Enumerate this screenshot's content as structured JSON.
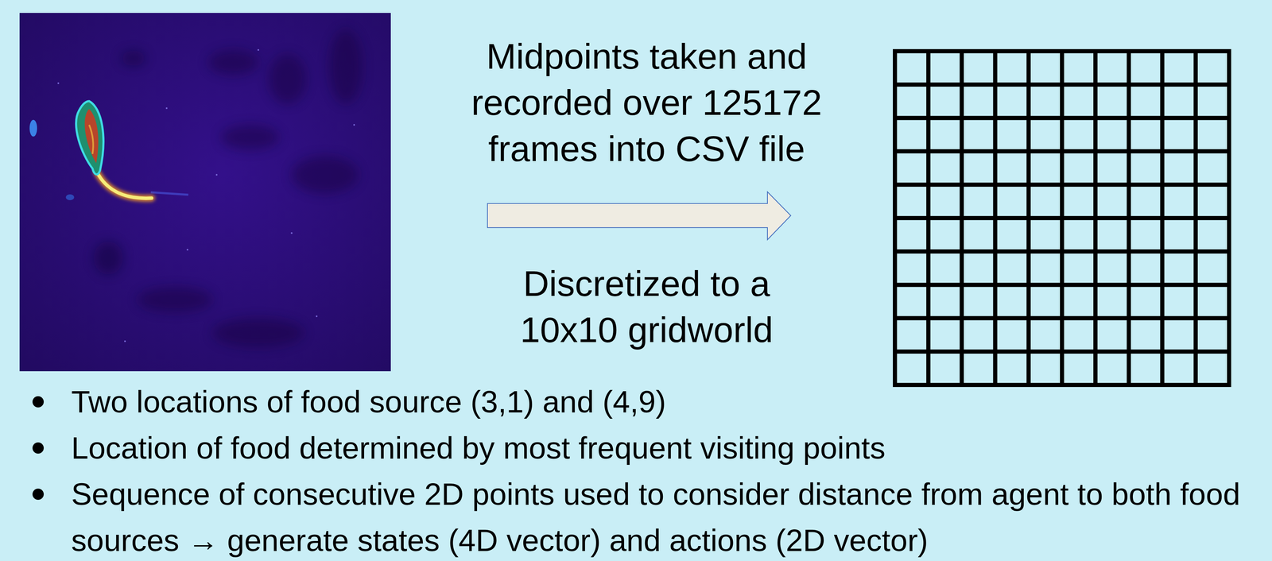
{
  "diagram": {
    "labels": [
      "Midpoints taken and recorded over 125172 frames into CSV file",
      "Discretized to a 10x10 gridworld",
      "Two locations of food source (3,1) and (4,9)",
      "Location of food determined by most frequent visiting points",
      "Sequence of consecutive 2D points used to consider distance from agent to both food sources → generate states (4D vector) and actions (2D vector)"
    ]
  }
}
